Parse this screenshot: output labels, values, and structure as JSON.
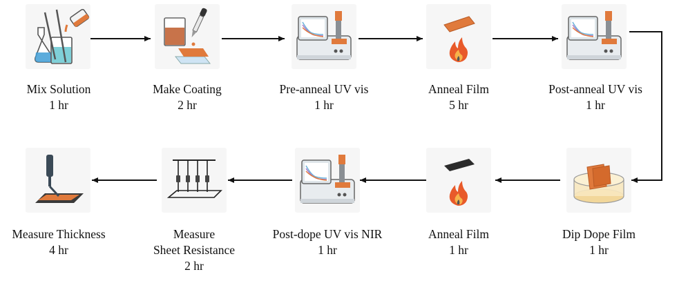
{
  "steps": [
    {
      "name": "Mix Solution",
      "time": "1 hr",
      "icon": "beaker-flask-icon"
    },
    {
      "name": "Make Coating",
      "time": "2 hr",
      "icon": "dropper-coating-icon"
    },
    {
      "name": "Pre-anneal UV vis",
      "time": "1 hr",
      "icon": "spectrometer-icon"
    },
    {
      "name": "Anneal Film",
      "time": "5 hr",
      "icon": "flame-film-icon"
    },
    {
      "name": "Post-anneal UV vis",
      "time": "1 hr",
      "icon": "spectrometer-icon"
    },
    {
      "name": "Dip Dope Film",
      "time": "1 hr",
      "icon": "dip-dope-icon"
    },
    {
      "name": "Anneal Film",
      "time": "1 hr",
      "icon": "flame-dark-film-icon"
    },
    {
      "name": "Post-dope UV vis NIR",
      "time": "1 hr",
      "icon": "spectrometer-icon"
    },
    {
      "name": "Measure Sheet Resistance",
      "name_line1": "Measure",
      "name_line2": "Sheet Resistance",
      "time": "2 hr",
      "icon": "four-point-probe-icon"
    },
    {
      "name": "Measure Thickness",
      "time": "4 hr",
      "icon": "profilometer-icon"
    }
  ],
  "colors": {
    "accent": "#e07a3c",
    "line": "#111111",
    "tile": "#f6f6f6"
  }
}
